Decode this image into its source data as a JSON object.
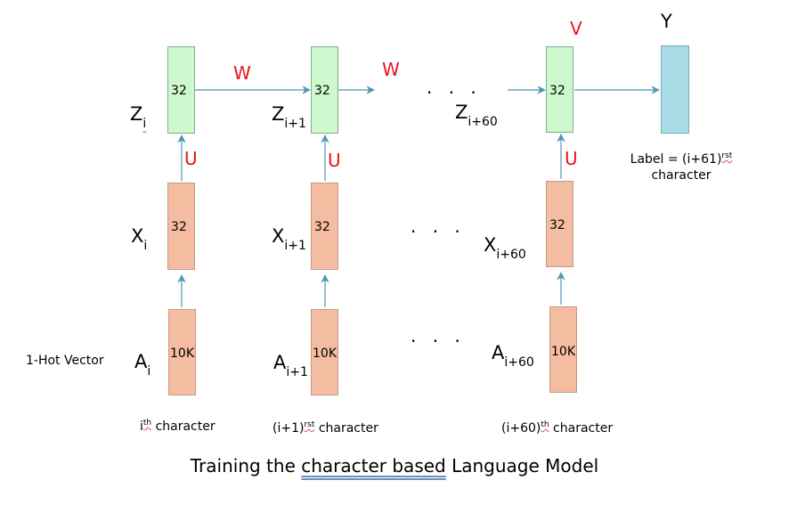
{
  "diagram": {
    "box_values": {
      "z_units": "32",
      "x_units": "32",
      "a_units": "10K"
    },
    "columns": [
      {
        "z_label": "Z",
        "z_sub": "i",
        "x_label": "X",
        "x_sub": "i",
        "a_label": "A",
        "a_sub": "i",
        "char_pre": "i",
        "char_sup": "th",
        "char_post": " character"
      },
      {
        "z_label": "Z",
        "z_sub": "i+1",
        "x_label": "X",
        "x_sub": "i+1",
        "a_label": "A",
        "a_sub": "i+1",
        "char_pre": "(i+1)",
        "char_sup": "rst",
        "char_post": " character"
      },
      {
        "z_label": "Z",
        "z_sub": "i+60",
        "x_label": "X",
        "x_sub": "i+60",
        "a_label": "A",
        "a_sub": "i+60",
        "char_pre": "(i+60)",
        "char_sup": "th",
        "char_post": " character"
      }
    ],
    "weights": {
      "w": "W",
      "u": "U",
      "v": "V"
    },
    "ellipsis": ". . .",
    "output": {
      "label": "Y",
      "label_line1_pre": "Label =  (i+61)",
      "label_line1_sup": "rst",
      "label_line2": "character"
    },
    "input_caption": "1-Hot Vector",
    "caption_pre": "Training the ",
    "caption_underlined": "character based",
    "caption_post": " Language Model",
    "colors": {
      "input_box": "#f4bca0",
      "hidden_box": "#cdf7cd",
      "output_box": "#a8dde8",
      "weight_label": "#e8151b",
      "arrow": "#4f96b4"
    }
  }
}
